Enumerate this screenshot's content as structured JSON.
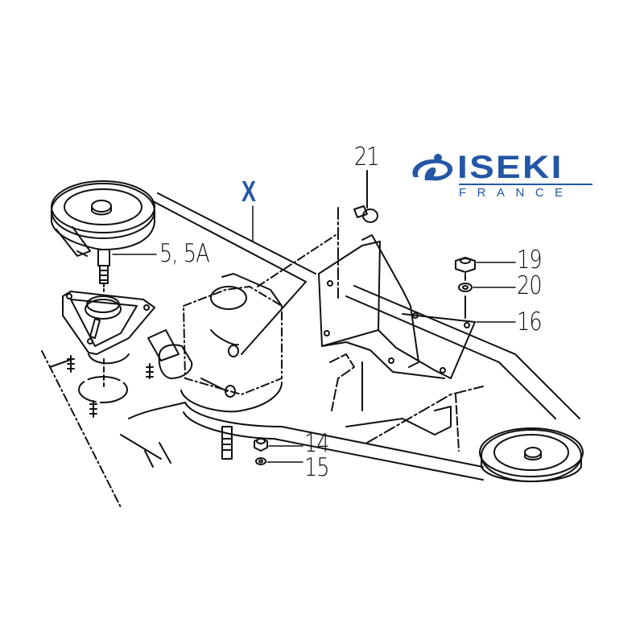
{
  "brand": {
    "name": "ISEKI",
    "subtitle": "FRANCE",
    "color": "#2456a6",
    "icon": "iseki-swirl-logo-icon"
  },
  "diagram": {
    "type": "exploded-parts-drawing",
    "subject": "Mower deck belt drive assembly (pulleys, gearbox, mounting bracket)",
    "marker": {
      "label": "X",
      "color": "#2456a6"
    },
    "callouts": [
      {
        "id": "c-5",
        "label": "5, 5A",
        "part": "pulley shaft / spindle bolt"
      },
      {
        "id": "c-21",
        "label": "21",
        "part": "bolt"
      },
      {
        "id": "c-19",
        "label": "19",
        "part": "nut"
      },
      {
        "id": "c-20",
        "label": "20",
        "part": "washer"
      },
      {
        "id": "c-16",
        "label": "16",
        "part": "mounting bracket"
      },
      {
        "id": "c-14",
        "label": "14",
        "part": "nut"
      },
      {
        "id": "c-15",
        "label": "15",
        "part": "washer"
      }
    ],
    "line_color": "#111111"
  }
}
